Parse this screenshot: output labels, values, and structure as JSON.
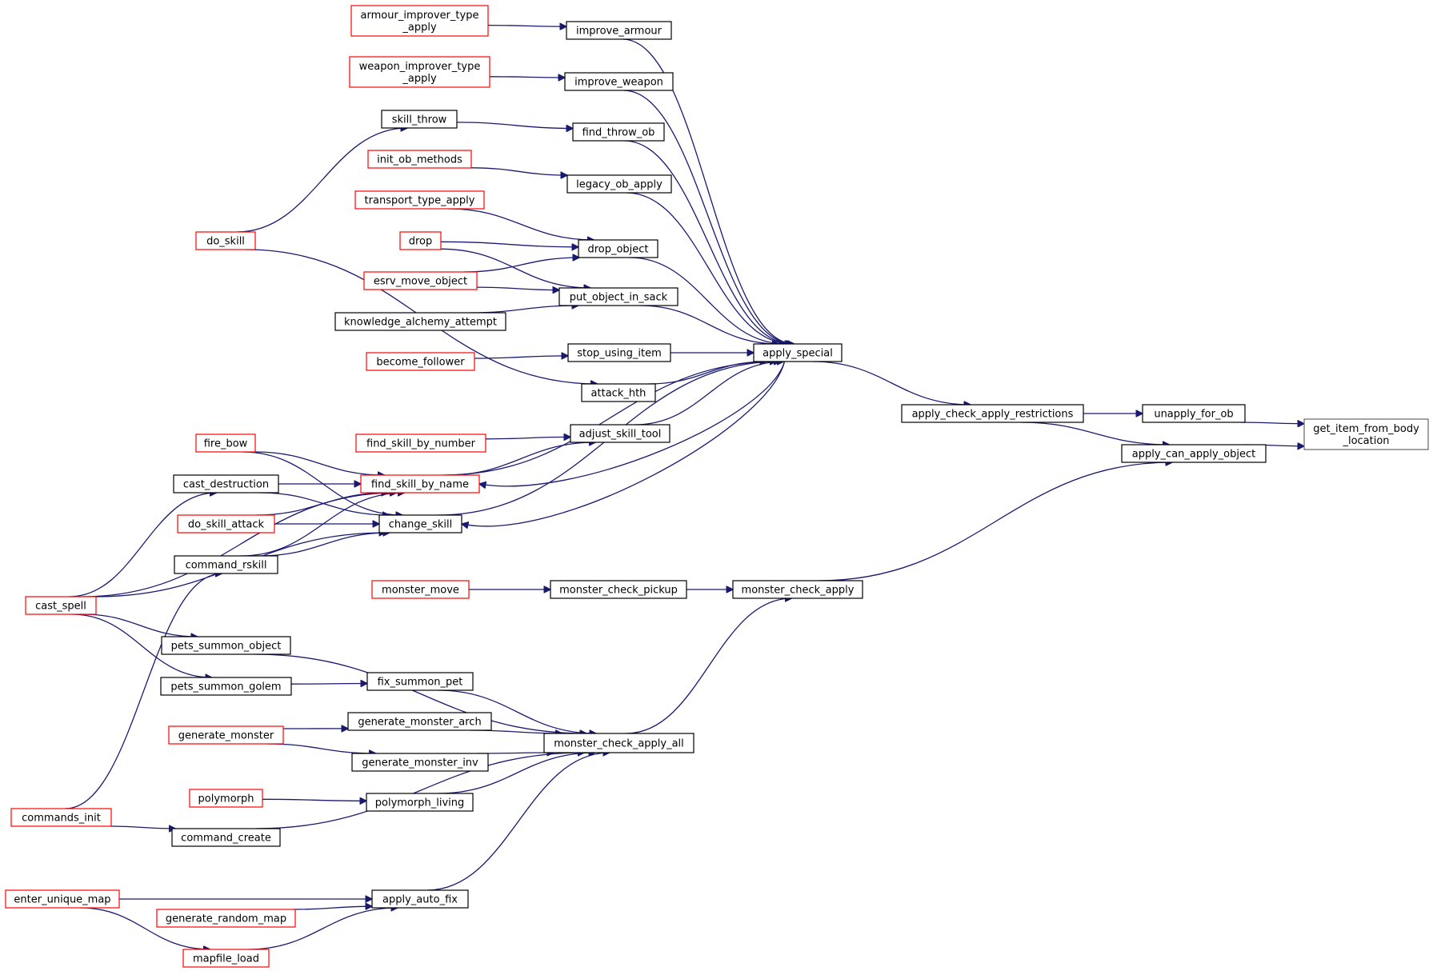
{
  "colors": {
    "edge": "#191970",
    "normal_border": "#000000",
    "incomplete_border": "#ff0000",
    "focus_fill": "#bfbfbf"
  },
  "nodes": {
    "get_item_from_body_location": {
      "lines": [
        "get_item_from_body",
        "_location"
      ],
      "kind": "focus"
    },
    "unapply_for_ob": {
      "lines": [
        "unapply_for_ob"
      ],
      "kind": "normal"
    },
    "apply_can_apply_object": {
      "lines": [
        "apply_can_apply_object"
      ],
      "kind": "normal"
    },
    "apply_check_apply_restrictions": {
      "lines": [
        "apply_check_apply_restrictions"
      ],
      "kind": "normal"
    },
    "apply_special": {
      "lines": [
        "apply_special"
      ],
      "kind": "normal"
    },
    "monster_check_apply": {
      "lines": [
        "monster_check_apply"
      ],
      "kind": "normal"
    },
    "improve_armour": {
      "lines": [
        "improve_armour"
      ],
      "kind": "normal"
    },
    "improve_weapon": {
      "lines": [
        "improve_weapon"
      ],
      "kind": "normal"
    },
    "find_throw_ob": {
      "lines": [
        "find_throw_ob"
      ],
      "kind": "normal"
    },
    "legacy_ob_apply": {
      "lines": [
        "legacy_ob_apply"
      ],
      "kind": "normal"
    },
    "drop_object": {
      "lines": [
        "drop_object"
      ],
      "kind": "normal"
    },
    "put_object_in_sack": {
      "lines": [
        "put_object_in_sack"
      ],
      "kind": "normal"
    },
    "stop_using_item": {
      "lines": [
        "stop_using_item"
      ],
      "kind": "normal"
    },
    "attack_hth": {
      "lines": [
        "attack_hth"
      ],
      "kind": "normal"
    },
    "adjust_skill_tool": {
      "lines": [
        "adjust_skill_tool"
      ],
      "kind": "normal"
    },
    "monster_check_pickup": {
      "lines": [
        "monster_check_pickup"
      ],
      "kind": "normal"
    },
    "monster_check_apply_all": {
      "lines": [
        "monster_check_apply_all"
      ],
      "kind": "normal"
    },
    "armour_improver_type_apply": {
      "lines": [
        "armour_improver_type",
        "_apply"
      ],
      "kind": "incomplete"
    },
    "weapon_improver_type_apply": {
      "lines": [
        "weapon_improver_type",
        "_apply"
      ],
      "kind": "incomplete"
    },
    "skill_throw": {
      "lines": [
        "skill_throw"
      ],
      "kind": "normal"
    },
    "init_ob_methods": {
      "lines": [
        "init_ob_methods"
      ],
      "kind": "incomplete"
    },
    "transport_type_apply": {
      "lines": [
        "transport_type_apply"
      ],
      "kind": "incomplete"
    },
    "drop": {
      "lines": [
        "drop"
      ],
      "kind": "incomplete"
    },
    "esrv_move_object": {
      "lines": [
        "esrv_move_object"
      ],
      "kind": "incomplete"
    },
    "knowledge_alchemy_attempt": {
      "lines": [
        "knowledge_alchemy_attempt"
      ],
      "kind": "normal"
    },
    "become_follower": {
      "lines": [
        "become_follower"
      ],
      "kind": "incomplete"
    },
    "find_skill_by_number": {
      "lines": [
        "find_skill_by_number"
      ],
      "kind": "incomplete"
    },
    "find_skill_by_name": {
      "lines": [
        "find_skill_by_name"
      ],
      "kind": "incomplete"
    },
    "change_skill": {
      "lines": [
        "change_skill"
      ],
      "kind": "normal"
    },
    "monster_move": {
      "lines": [
        "monster_move"
      ],
      "kind": "incomplete"
    },
    "fix_summon_pet": {
      "lines": [
        "fix_summon_pet"
      ],
      "kind": "normal"
    },
    "generate_monster_arch": {
      "lines": [
        "generate_monster_arch"
      ],
      "kind": "normal"
    },
    "generate_monster_inv": {
      "lines": [
        "generate_monster_inv"
      ],
      "kind": "normal"
    },
    "polymorph_living": {
      "lines": [
        "polymorph_living"
      ],
      "kind": "normal"
    },
    "apply_auto_fix": {
      "lines": [
        "apply_auto_fix"
      ],
      "kind": "normal"
    },
    "do_skill": {
      "lines": [
        "do_skill"
      ],
      "kind": "incomplete"
    },
    "fire_bow": {
      "lines": [
        "fire_bow"
      ],
      "kind": "incomplete"
    },
    "cast_destruction": {
      "lines": [
        "cast_destruction"
      ],
      "kind": "normal"
    },
    "do_skill_attack": {
      "lines": [
        "do_skill_attack"
      ],
      "kind": "incomplete"
    },
    "command_rskill": {
      "lines": [
        "command_rskill"
      ],
      "kind": "normal"
    },
    "cast_spell": {
      "lines": [
        "cast_spell"
      ],
      "kind": "incomplete"
    },
    "pets_summon_object": {
      "lines": [
        "pets_summon_object"
      ],
      "kind": "normal"
    },
    "pets_summon_golem": {
      "lines": [
        "pets_summon_golem"
      ],
      "kind": "normal"
    },
    "generate_monster": {
      "lines": [
        "generate_monster"
      ],
      "kind": "incomplete"
    },
    "polymorph": {
      "lines": [
        "polymorph"
      ],
      "kind": "incomplete"
    },
    "commands_init": {
      "lines": [
        "commands_init"
      ],
      "kind": "incomplete"
    },
    "command_create": {
      "lines": [
        "command_create"
      ],
      "kind": "normal"
    },
    "enter_unique_map": {
      "lines": [
        "enter_unique_map"
      ],
      "kind": "incomplete"
    },
    "generate_random_map": {
      "lines": [
        "generate_random_map"
      ],
      "kind": "incomplete"
    },
    "mapfile_load": {
      "lines": [
        "mapfile_load"
      ],
      "kind": "incomplete"
    }
  },
  "edges": [
    [
      "unapply_for_ob",
      "get_item_from_body_location"
    ],
    [
      "apply_can_apply_object",
      "get_item_from_body_location"
    ],
    [
      "apply_check_apply_restrictions",
      "unapply_for_ob"
    ],
    [
      "apply_check_apply_restrictions",
      "apply_can_apply_object"
    ],
    [
      "monster_check_apply",
      "apply_can_apply_object"
    ],
    [
      "apply_special",
      "apply_check_apply_restrictions"
    ],
    [
      "improve_armour",
      "apply_special"
    ],
    [
      "improve_weapon",
      "apply_special"
    ],
    [
      "find_throw_ob",
      "apply_special"
    ],
    [
      "legacy_ob_apply",
      "apply_special"
    ],
    [
      "drop_object",
      "apply_special"
    ],
    [
      "put_object_in_sack",
      "apply_special"
    ],
    [
      "stop_using_item",
      "apply_special"
    ],
    [
      "attack_hth",
      "apply_special"
    ],
    [
      "adjust_skill_tool",
      "apply_special"
    ],
    [
      "find_skill_by_name",
      "apply_special"
    ],
    [
      "change_skill",
      "apply_special"
    ],
    [
      "apply_special",
      "find_skill_by_name"
    ],
    [
      "apply_special",
      "change_skill"
    ],
    [
      "armour_improver_type_apply",
      "improve_armour"
    ],
    [
      "weapon_improver_type_apply",
      "improve_weapon"
    ],
    [
      "skill_throw",
      "find_throw_ob"
    ],
    [
      "init_ob_methods",
      "legacy_ob_apply"
    ],
    [
      "transport_type_apply",
      "drop_object"
    ],
    [
      "drop",
      "drop_object"
    ],
    [
      "esrv_move_object",
      "drop_object"
    ],
    [
      "drop",
      "put_object_in_sack"
    ],
    [
      "esrv_move_object",
      "put_object_in_sack"
    ],
    [
      "knowledge_alchemy_attempt",
      "put_object_in_sack"
    ],
    [
      "become_follower",
      "stop_using_item"
    ],
    [
      "do_skill",
      "attack_hth"
    ],
    [
      "find_skill_by_number",
      "adjust_skill_tool"
    ],
    [
      "find_skill_by_name",
      "adjust_skill_tool"
    ],
    [
      "do_skill",
      "skill_throw"
    ],
    [
      "fire_bow",
      "find_skill_by_name"
    ],
    [
      "cast_destruction",
      "find_skill_by_name"
    ],
    [
      "do_skill_attack",
      "find_skill_by_name"
    ],
    [
      "command_rskill",
      "find_skill_by_name"
    ],
    [
      "cast_spell",
      "find_skill_by_name"
    ],
    [
      "fire_bow",
      "change_skill"
    ],
    [
      "cast_destruction",
      "change_skill"
    ],
    [
      "do_skill_attack",
      "change_skill"
    ],
    [
      "command_rskill",
      "change_skill"
    ],
    [
      "cast_spell",
      "change_skill"
    ],
    [
      "cast_spell",
      "cast_destruction"
    ],
    [
      "commands_init",
      "command_rskill"
    ],
    [
      "monster_check_pickup",
      "monster_check_apply"
    ],
    [
      "monster_check_apply_all",
      "monster_check_apply"
    ],
    [
      "monster_move",
      "monster_check_pickup"
    ],
    [
      "pets_summon_object",
      "monster_check_apply_all"
    ],
    [
      "fix_summon_pet",
      "monster_check_apply_all"
    ],
    [
      "generate_monster_arch",
      "monster_check_apply_all"
    ],
    [
      "generate_monster_inv",
      "monster_check_apply_all"
    ],
    [
      "polymorph_living",
      "monster_check_apply_all"
    ],
    [
      "command_create",
      "monster_check_apply_all"
    ],
    [
      "apply_auto_fix",
      "monster_check_apply_all"
    ],
    [
      "cast_spell",
      "pets_summon_object"
    ],
    [
      "cast_spell",
      "pets_summon_golem"
    ],
    [
      "pets_summon_golem",
      "fix_summon_pet"
    ],
    [
      "generate_monster",
      "generate_monster_arch"
    ],
    [
      "generate_monster",
      "generate_monster_inv"
    ],
    [
      "polymorph",
      "polymorph_living"
    ],
    [
      "commands_init",
      "command_create"
    ],
    [
      "enter_unique_map",
      "apply_auto_fix"
    ],
    [
      "generate_random_map",
      "apply_auto_fix"
    ],
    [
      "mapfile_load",
      "apply_auto_fix"
    ],
    [
      "enter_unique_map",
      "mapfile_load"
    ]
  ]
}
